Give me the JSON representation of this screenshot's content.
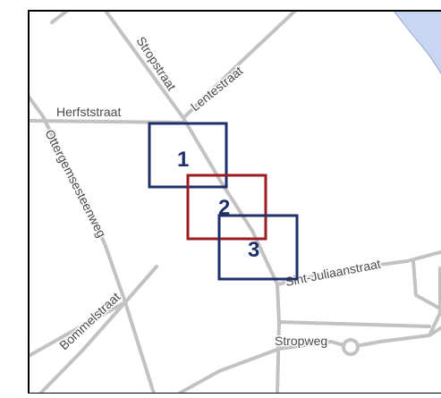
{
  "map": {
    "streets": {
      "stropstraat": "Stropstraat",
      "lentestraat": "Lentestraat",
      "herfststraat": "Herfststraat",
      "ottergemsesteenweg": "Ottergemsesteenweg",
      "bommelstraat": "Bommelstraat",
      "sint_juliaanstraat": "Sint-Juliaanstraat",
      "stropweg": "Stropweg"
    },
    "areas": [
      {
        "label": "1",
        "color": "#1f2f6b"
      },
      {
        "label": "2",
        "color": "#9b1b1f"
      },
      {
        "label": "3",
        "color": "#1f2f6b"
      }
    ],
    "colors": {
      "road": "#c2c2c2",
      "water": "#c7d7f2",
      "frame": "#000000"
    }
  }
}
